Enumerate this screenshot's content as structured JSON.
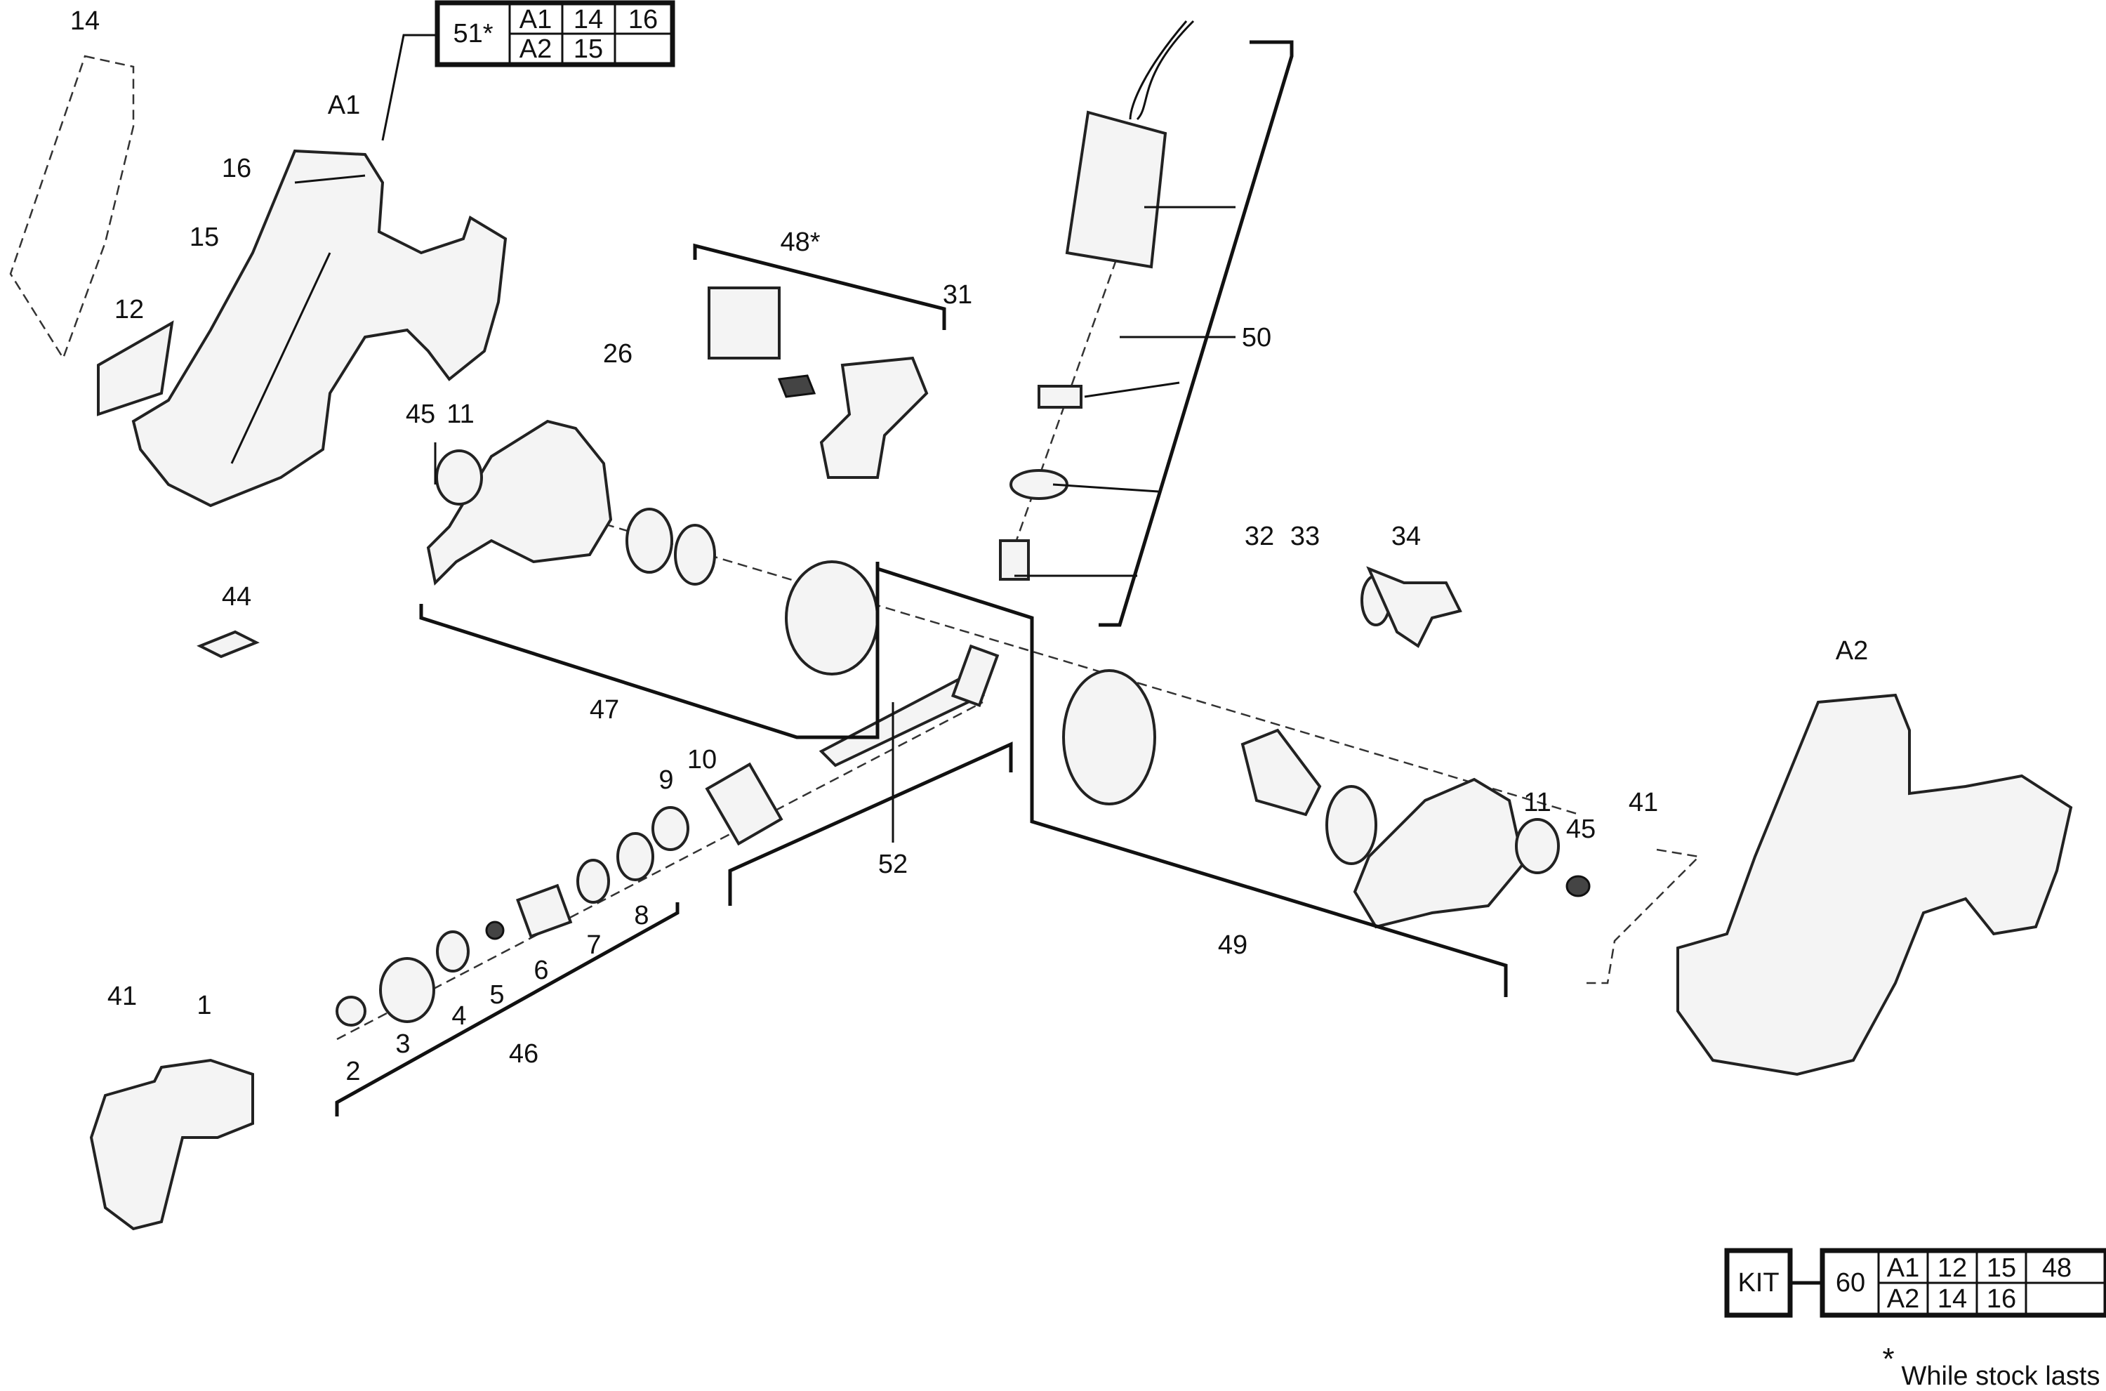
{
  "labels": {
    "l14": "14",
    "lA1": "A1",
    "l16": "16",
    "l15": "15",
    "l12": "12",
    "l26": "26",
    "l45a": "45",
    "l11a": "11",
    "l48": "48*",
    "l31": "31",
    "l50": "50",
    "l32": "32",
    "l33": "33",
    "l34": "34",
    "l44": "44",
    "l47": "47",
    "lA2": "A2",
    "l10": "10",
    "l9": "9",
    "l52": "52",
    "l11b": "11",
    "l45b": "45",
    "l41b": "41",
    "l49": "49",
    "l8": "8",
    "l7": "7",
    "l6": "6",
    "l5": "5",
    "l4": "4",
    "l3": "3",
    "l2": "2",
    "l46": "46",
    "l41a": "41",
    "l1": "1"
  },
  "table51": {
    "id": "51*",
    "row1": [
      "A1",
      "14",
      "16"
    ],
    "row2": [
      "A2",
      "15",
      ""
    ]
  },
  "kit": {
    "label": "KIT",
    "id": "60",
    "row1": [
      "A1",
      "12",
      "15",
      "48"
    ],
    "row2": [
      "A2",
      "14",
      "16",
      ""
    ]
  },
  "footnote": {
    "star": "*",
    "text": "While stock lasts"
  }
}
